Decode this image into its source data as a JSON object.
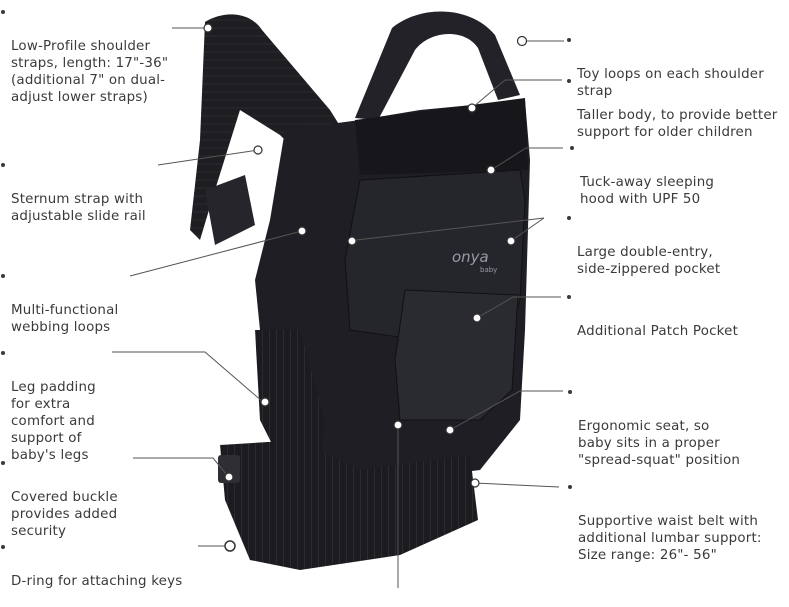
{
  "colors": {
    "carrier": "#1d1d22",
    "carrier_light": "#2c2c32",
    "text": "#3a3a3a",
    "leader": "#555555"
  },
  "brand": {
    "logo_word": "onya",
    "logo_sub": "baby"
  },
  "features": {
    "left": [
      {
        "id": "shoulder-straps",
        "text": "Low-Profile shoulder\nstraps, length: 17\"-36\"\n(additional 7\" on dual-\nadjust lower straps)"
      },
      {
        "id": "sternum-strap",
        "text": "Sternum strap with\nadjustable slide rail"
      },
      {
        "id": "webbing-loops",
        "text": "Multi-functional\nwebbing loops"
      },
      {
        "id": "leg-padding",
        "text": "Leg padding\nfor extra\ncomfort and\nsupport of\nbaby's legs"
      },
      {
        "id": "covered-buckle",
        "text": "Covered buckle\nprovides added\nsecurity"
      },
      {
        "id": "d-ring",
        "text": "D-ring for attaching keys"
      }
    ],
    "right": [
      {
        "id": "toy-loops",
        "text": "Toy loops on each shoulder\nstrap"
      },
      {
        "id": "taller-body",
        "text": "Taller body, to provide better\nsupport for older children"
      },
      {
        "id": "sleeping-hood",
        "text": "Tuck-away sleeping\nhood with UPF 50"
      },
      {
        "id": "double-entry-pocket",
        "text": "Large double-entry,\nside-zippered pocket"
      },
      {
        "id": "patch-pocket",
        "text": "Additional Patch Pocket"
      },
      {
        "id": "ergonomic-seat",
        "text": "Ergonomic seat, so\nbaby sits in a proper\n\"spread-squat\" position"
      },
      {
        "id": "waist-belt",
        "text": "Supportive waist belt with\nadditional lumbar support:\nSize range: 26\"- 56\""
      }
    ]
  }
}
